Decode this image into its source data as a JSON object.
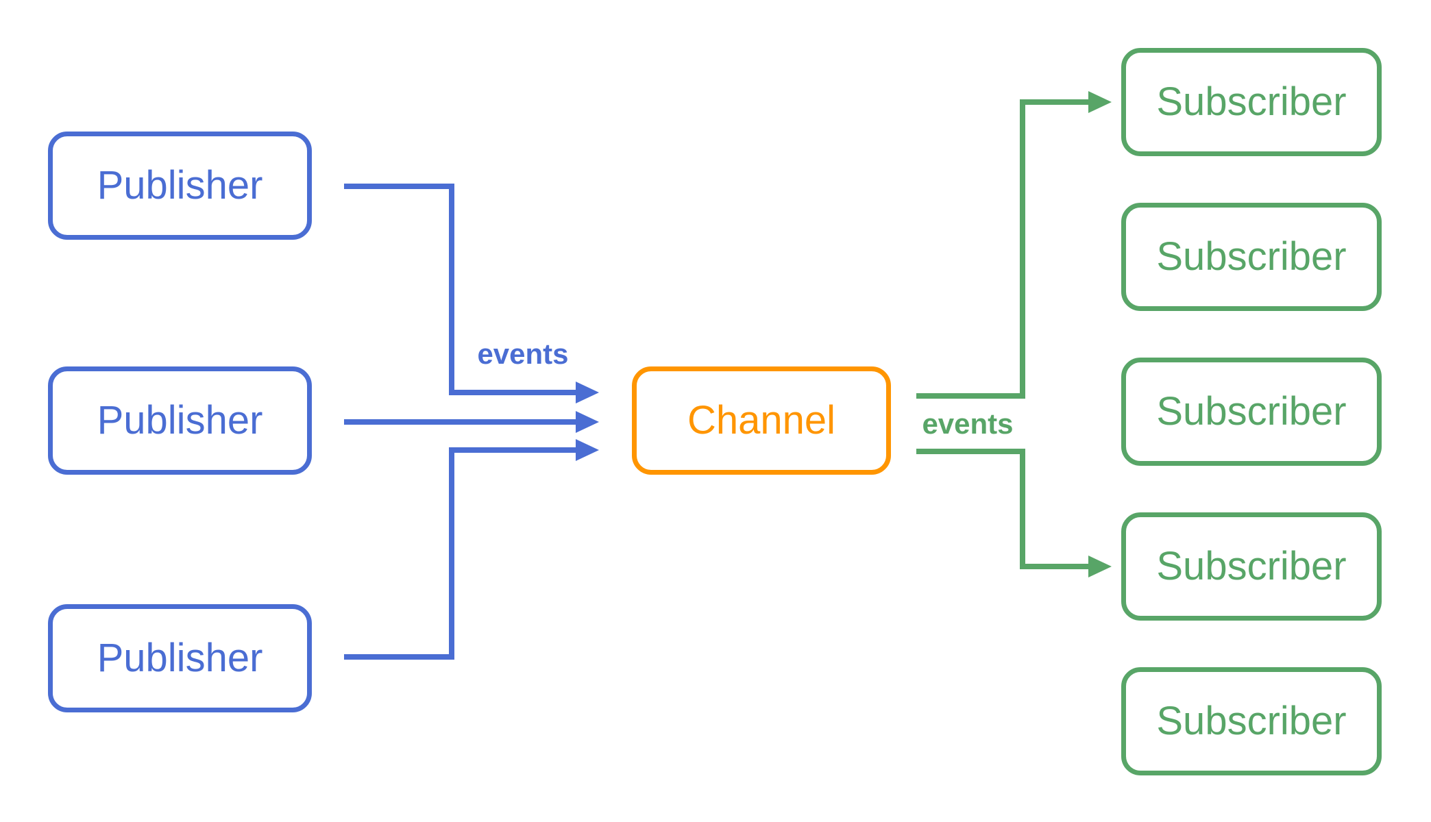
{
  "diagram": {
    "type": "pub-sub-architecture",
    "colors": {
      "publisher": "#4a6dd3",
      "channel": "#ff9500",
      "subscriber": "#58a567",
      "background": "#ffffff"
    },
    "publishers": [
      {
        "label": "Publisher"
      },
      {
        "label": "Publisher"
      },
      {
        "label": "Publisher"
      }
    ],
    "channel": {
      "label": "Channel"
    },
    "subscribers": [
      {
        "label": "Subscriber"
      },
      {
        "label": "Subscriber"
      },
      {
        "label": "Subscriber"
      },
      {
        "label": "Subscriber"
      },
      {
        "label": "Subscriber"
      }
    ],
    "edges": {
      "publish_label": "events",
      "subscribe_label": "events"
    }
  }
}
